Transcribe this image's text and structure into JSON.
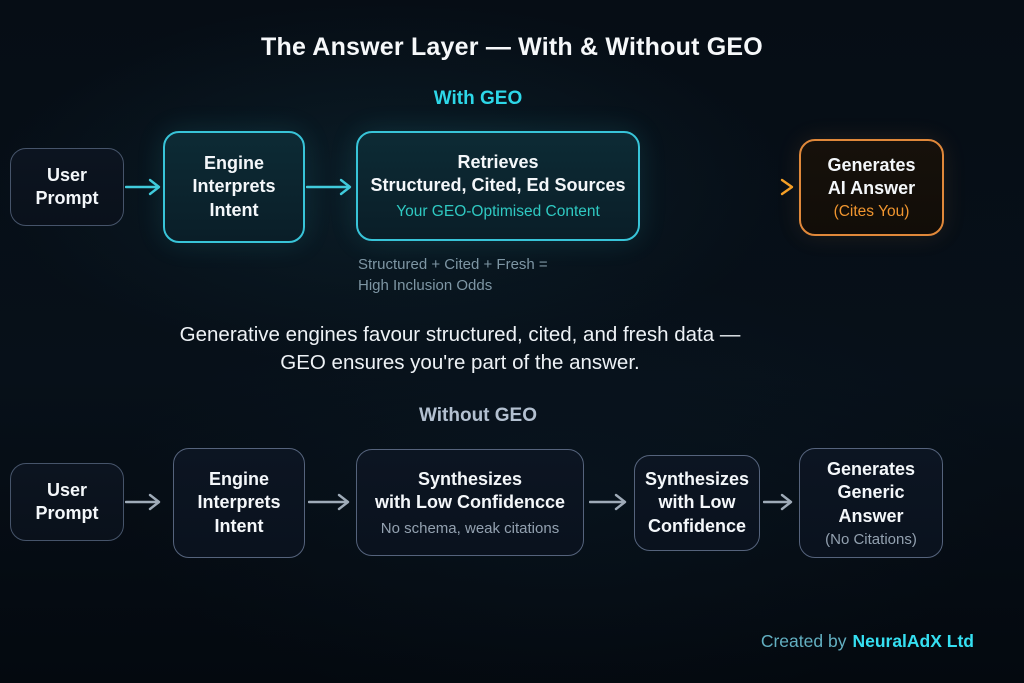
{
  "title": "The Answer Layer — With & Without GEO",
  "with_geo": {
    "heading": "With GEO",
    "boxes": [
      {
        "lines": [
          "User",
          "Prompt"
        ]
      },
      {
        "lines": [
          "Engine",
          "Interprets",
          "Intent"
        ]
      },
      {
        "lines": [
          "Retrieves",
          "Structured, Cited, Ed Sources"
        ],
        "subtitle": "Your GEO-Optimised Content"
      },
      {
        "lines": [
          "Generates",
          "AI Answer"
        ],
        "subtitle": "(Cites You)"
      }
    ],
    "caption_lines": [
      "Structured + Cited + Fresh =",
      "High Inclusion Odds"
    ]
  },
  "statement_lines": [
    "Generative engines favour structured, cited, and fresh data —",
    "GEO ensures you're part of the answer."
  ],
  "without_geo": {
    "heading": "Without GEO",
    "boxes": [
      {
        "lines": [
          "User",
          "Prompt"
        ]
      },
      {
        "lines": [
          "Engine",
          "Interprets",
          "Intent"
        ]
      },
      {
        "lines": [
          "Synthesizes",
          "with Low Confidencce"
        ],
        "subtitle": "No schema, weak citations"
      },
      {
        "lines": [
          "Synthesizes",
          "with Low",
          "Confidence"
        ]
      },
      {
        "lines": [
          "Generates",
          "Generic Answer"
        ],
        "subtitle": "(No Citations)"
      }
    ]
  },
  "footer": {
    "prefix": "Created by",
    "brand": "NeuralAdX Ltd"
  },
  "colors": {
    "cyan_accent": "#35cde0",
    "cyan_border": "#38c4d8",
    "teal_subtitle": "#2fc9c2",
    "orange_accent": "#f0952f",
    "orange_border": "#e0883a",
    "slate_border": "#46546a",
    "gray_border": "#55637c",
    "gray_arrow": "#9fabb8",
    "caption_text": "#7e96a4",
    "without_heading": "#b3c0d0",
    "footer_brand": "#35e0f2"
  }
}
